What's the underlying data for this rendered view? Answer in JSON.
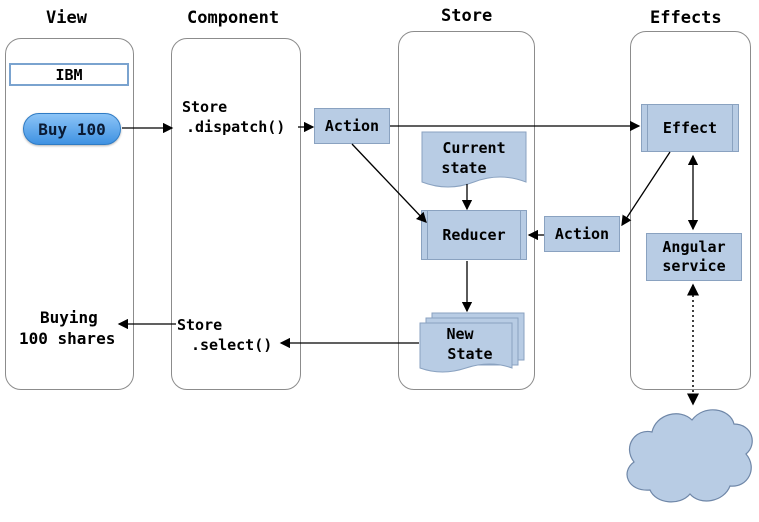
{
  "columns": {
    "view": "View",
    "component": "Component",
    "store": "Store",
    "effects": "Effects"
  },
  "view": {
    "stock_label": "IBM",
    "buy_button": "Buy 100",
    "result_line1": "Buying",
    "result_line2": "100 shares"
  },
  "component": {
    "dispatch_line1": "Store",
    "dispatch_line2": ".dispatch()",
    "select_line1": "Store",
    "select_line2": ".select()"
  },
  "store": {
    "action": "Action",
    "current_state_line1": "Current",
    "current_state_line2": "state",
    "reducer": "Reducer",
    "new_state_line1": "New",
    "new_state_line2": "State"
  },
  "effects": {
    "effect": "Effect",
    "action_out": "Action",
    "service_line1": "Angular",
    "service_line2": "service"
  },
  "colors": {
    "box_fill": "#b8cce4",
    "box_border": "#8aa2c0",
    "lane_border": "#8c8c8c",
    "button_fill": "#3f92e2",
    "cloud_fill": "#b8cce4"
  }
}
